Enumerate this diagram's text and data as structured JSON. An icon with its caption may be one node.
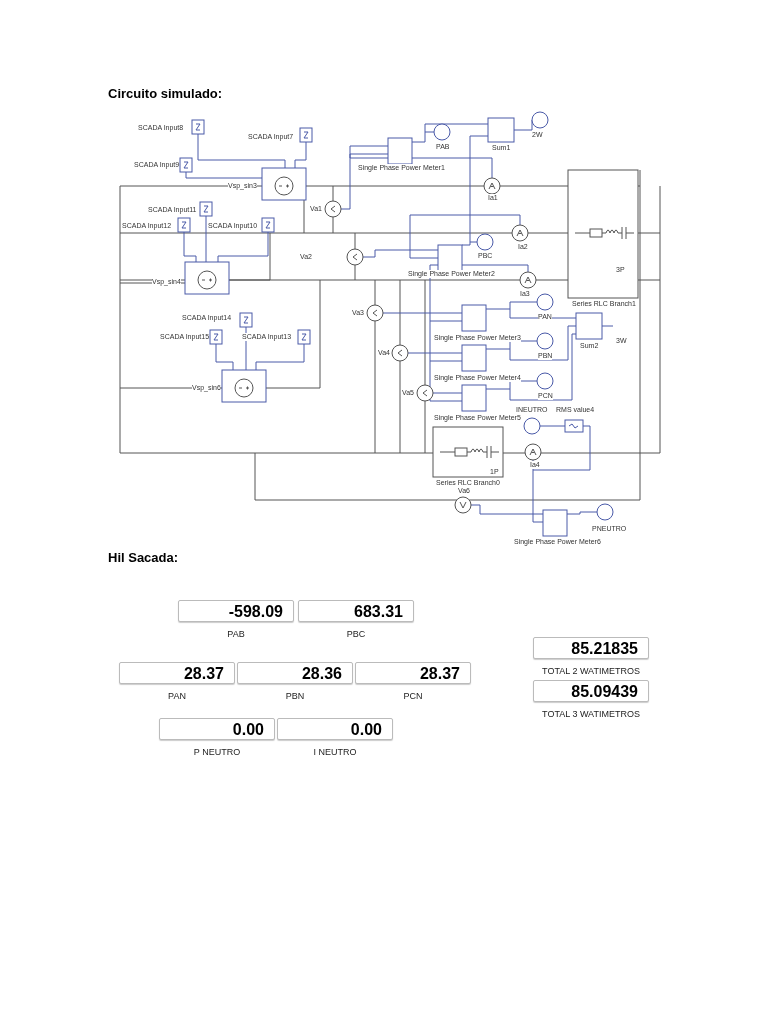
{
  "diagram": {
    "title": "Circuito simulado:",
    "nodes": [
      {
        "text": [
          "-598.09"
        ],
        "beside": [
          "PAB"
        ]
      },
      {
        "text": [
          "683.31"
        ],
        "beside": [
          "PBC"
        ]
      },
      {
        "text": [
          "28.37"
        ],
        "beside": [
          "PAN"
        ]
      },
      {
        "text": [
          "28.36"
        ],
        "beside": [
          "PBN"
        ]
      },
      {
        "text": [
          "28.37"
        ],
        "beside": [
          "PCN"
        ]
      },
      {
        "text": [
          "0.00"
        ],
        "beside": [
          "P NEUTRO"
        ]
      },
      {
        "text": [
          "0.00"
        ],
        "beside": [
          "I NEUTRO"
        ]
      },
      {
        "text": [
          "85.21835"
        ],
        "beside": [
          "TOTAL 2 WATIMETROS"
        ]
      },
      {
        "text": [
          "85.09439"
        ],
        "beside": [
          "TOTAL 3 WATIMETROS"
        ]
      }
    ],
    "edges": [],
    "labels": [
      "SCADA Input8",
      "SCADA Input7",
      "SCADA Input9",
      "Vsp_sin3",
      "Single Phase Power Meter1",
      "PAB",
      "Sum1",
      "2W",
      "Ia1",
      "Va1",
      "SCADA Input11",
      "SCADA Input12",
      "SCADA Input10",
      "Vsp_sin4",
      "Va2",
      "PBC",
      "Single Phase Power Meter2",
      "Ia2",
      "Ia3",
      "3P",
      "Series RLC Branch1",
      "SCADA Input14",
      "SCADA Input15",
      "SCADA Input13",
      "Vsp_sin6",
      "Va3",
      "PAN",
      "Single Phase Power Meter3",
      "Va4",
      "PBN",
      "Sum2",
      "3W",
      "Single Phase Power Meter4",
      "Va5",
      "PCN",
      "Single Phase Power Meter5",
      "INEUTRO",
      "RMS value4",
      "Ia4",
      "1P",
      "Series RLC Branch0",
      "Va6",
      "PNEUTRO",
      "Single Phase Power Meter6",
      "Hil Sacada:"
    ]
  }
}
